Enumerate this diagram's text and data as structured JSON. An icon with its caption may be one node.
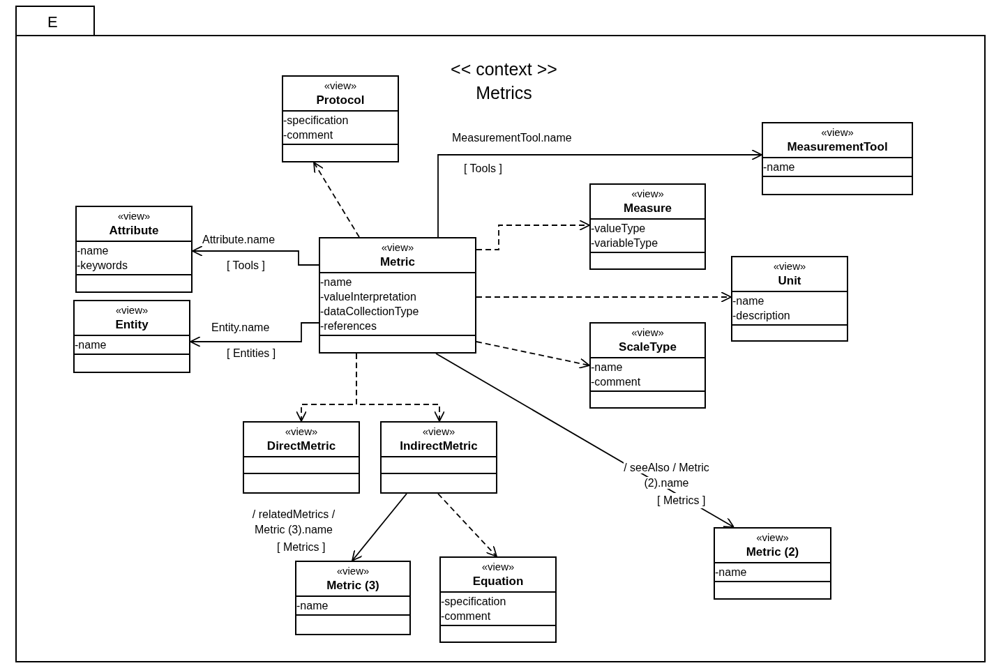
{
  "diagram": {
    "title": "<< context >> Metrics",
    "nodes": [
      {
        "text": [
          "E"
        ]
      },
      {
        "text": [
          "«view»",
          "Protocol",
          "-specification",
          "-comment"
        ],
        "in": 0
      },
      {
        "text": [
          "«view»",
          "Attribute",
          "-name",
          "-keywords"
        ],
        "in": 0
      },
      {
        "text": [
          "«view»",
          "Entity",
          "-name"
        ],
        "in": 0
      },
      {
        "text": [
          "«view»",
          "Metric",
          "-name",
          "-valueInterpretation",
          "-dataCollectionType",
          "-references"
        ],
        "in": 0
      },
      {
        "text": [
          "«view»",
          "MeasurementTool",
          "-name"
        ],
        "in": 0
      },
      {
        "text": [
          "«view»",
          "Measure",
          "-valueType",
          "-variableType"
        ],
        "in": 0
      },
      {
        "text": [
          "«view»",
          "Unit",
          "-name",
          "-description"
        ],
        "in": 0
      },
      {
        "text": [
          "«view»",
          "ScaleType",
          "-name",
          "-comment"
        ],
        "in": 0
      },
      {
        "text": [
          "«view»",
          "DirectMetric"
        ],
        "in": 0
      },
      {
        "text": [
          "«view»",
          "IndirectMetric"
        ],
        "in": 0
      },
      {
        "text": [
          "«view»",
          "Metric (2)",
          "-name"
        ],
        "in": 0
      },
      {
        "text": [
          "«view»",
          "Metric (3)",
          "-name"
        ],
        "in": 0
      },
      {
        "text": [
          "«view»",
          "Equation",
          "-specification",
          "-comment"
        ],
        "in": 0
      }
    ],
    "edges": [
      {
        "from": 4,
        "to": 1,
        "arrow": "to",
        "style": "dashed"
      },
      {
        "from": 4,
        "to": 2,
        "arrow": "to",
        "label": "Attribute.name"
      },
      {
        "from": 4,
        "to": 3,
        "arrow": "to",
        "label": "Entity.name"
      },
      {
        "from": 4,
        "to": 5,
        "arrow": "to",
        "label": "MeasurementTool.name"
      },
      {
        "from": 4,
        "to": 6,
        "arrow": "to",
        "style": "dashed"
      },
      {
        "from": 4,
        "to": 7,
        "arrow": "to",
        "style": "dashed"
      },
      {
        "from": 4,
        "to": 8,
        "arrow": "to",
        "style": "dashed"
      },
      {
        "from": 4,
        "to": 9,
        "arrow": "to",
        "style": "dashed"
      },
      {
        "from": 4,
        "to": 10,
        "arrow": "to",
        "style": "dashed"
      },
      {
        "from": 4,
        "to": 11,
        "arrow": "to",
        "label": "/ seeAlso / Metric (2).name"
      },
      {
        "from": 10,
        "to": 12,
        "arrow": "to",
        "label": "/ relatedMetrics / Metric (3).name"
      },
      {
        "from": 10,
        "to": 13,
        "arrow": "to",
        "style": "dashed"
      }
    ],
    "labels": [
      "[ Tools ]",
      "[ Tools ]",
      "[ Entities ]",
      "[ Metrics ]",
      "[ Metrics ]"
    ]
  }
}
